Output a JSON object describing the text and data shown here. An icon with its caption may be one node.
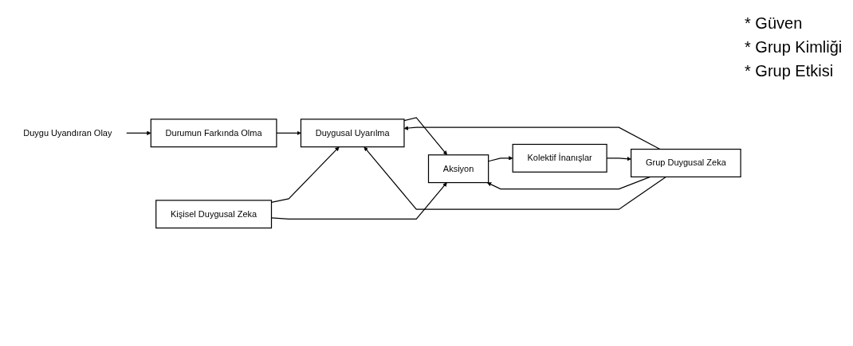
{
  "diagram": {
    "nodes": [
      {
        "text": [
          "Duygu Uyandıran Olay"
        ]
      },
      {
        "text": [
          "Durumun Farkında Olma"
        ]
      },
      {
        "text": [
          "Kişisel Duygusal Zeka"
        ]
      },
      {
        "text": [
          "Duygusal Uyarılma"
        ]
      },
      {
        "text": [
          "Grup Duygusal Zeka"
        ]
      },
      {
        "text": [
          "Aksiyon"
        ]
      },
      {
        "text": [
          "Kolektif İnanışlar"
        ],
        "beside": [
          "* Güven",
          "* Grup Kimliği",
          "* Grup Etkisi"
        ]
      }
    ],
    "edges": [
      {
        "from": 0,
        "to": 1,
        "arrow": "to"
      },
      {
        "from": 1,
        "to": 3,
        "arrow": "to"
      },
      {
        "from": 2,
        "to": 3,
        "arrow": "to"
      },
      {
        "from": 2,
        "to": 5,
        "arrow": "to"
      },
      {
        "from": 3,
        "to": 5,
        "arrow": "to"
      },
      {
        "from": 4,
        "to": 3,
        "arrow": "to"
      },
      {
        "from": 4,
        "to": 3,
        "arrow": "to"
      },
      {
        "from": 4,
        "to": 5,
        "arrow": "to"
      },
      {
        "from": 5,
        "to": 6,
        "arrow": "to"
      },
      {
        "from": 6,
        "to": 4,
        "arrow": "to"
      }
    ]
  }
}
